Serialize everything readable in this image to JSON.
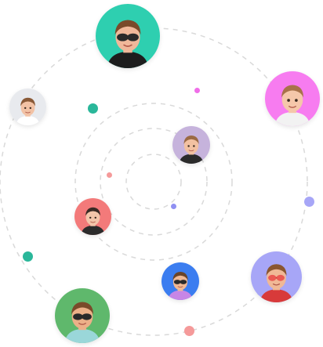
{
  "scene": {
    "ring_color": "#d9d9d9",
    "ring_count": 4
  },
  "avatars": [
    {
      "id": "top-center",
      "background": "#2ecfb0",
      "hair": "#7a4a2a",
      "skin": "#f0b89a",
      "shirt": "#1d1d1d",
      "accessory": "sunglasses"
    },
    {
      "id": "top-right",
      "background": "#f77cf0",
      "hair": "#a8724a",
      "skin": "#f5c7aa",
      "shirt": "#f2f2f2",
      "accessory": "none"
    },
    {
      "id": "left",
      "background": "#e8eaee",
      "hair": "#8a5a38",
      "skin": "#f2c2a5",
      "shirt": "#ffffff",
      "accessory": "none"
    },
    {
      "id": "inner-right",
      "background": "#c6b3dc",
      "hair": "#9b6a44",
      "skin": "#f2c1a1",
      "shirt": "#2b2b2b",
      "accessory": "none"
    },
    {
      "id": "inner-left",
      "background": "#f37a7a",
      "hair": "#3a2a24",
      "skin": "#f3c5aa",
      "shirt": "#2b2b2b",
      "accessory": "none"
    },
    {
      "id": "bottom-center",
      "background": "#3b7df0",
      "hair": "#6a4428",
      "skin": "#efb894",
      "shirt": "#c786e6",
      "accessory": "sunglasses"
    },
    {
      "id": "bottom-right",
      "background": "#a7a6f7",
      "hair": "#8a5630",
      "skin": "#f0b896",
      "shirt": "#d83a3a",
      "accessory": "red-glasses"
    },
    {
      "id": "bottom-left",
      "background": "#5fb86c",
      "hair": "#7a4a2a",
      "skin": "#ecb088",
      "shirt": "#9ad7d9",
      "accessory": "sunglasses"
    }
  ],
  "dots": [
    {
      "color": "#2ab79a"
    },
    {
      "color": "#f06ee8"
    },
    {
      "color": "#f59a9a"
    },
    {
      "color": "#8f90f2"
    },
    {
      "color": "#a7a6f7"
    },
    {
      "color": "#2ab79a"
    },
    {
      "color": "#f59a9a"
    }
  ]
}
